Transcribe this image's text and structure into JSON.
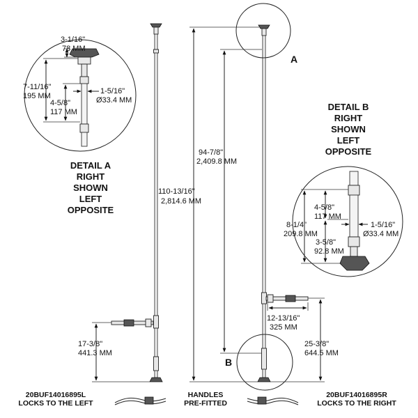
{
  "diagram": {
    "detail_a": {
      "title_lines": [
        "DETAIL A",
        "RIGHT",
        "SHOWN",
        "LEFT",
        "OPPOSITE"
      ],
      "dims": {
        "top_1": "3-1/16\"",
        "top_2": "78 MM",
        "total_1": "7-11/16\"",
        "total_2": "195 MM",
        "mid_1": "4-5/8\"",
        "mid_2": "117 MM",
        "dia_1": "1-5/16\"",
        "dia_2": "Ø33.4 MM"
      }
    },
    "detail_b": {
      "title_lines": [
        "DETAIL B",
        "RIGHT",
        "SHOWN",
        "LEFT",
        "OPPOSITE"
      ],
      "dims": {
        "top_1": "4-5/8\"",
        "top_2": "117 MM",
        "total_1": "8-1/4\"",
        "total_2": "209.8 MM",
        "bot_1": "3-5/8\"",
        "bot_2": "92.8 MM",
        "dia_1": "1-5/16\"",
        "dia_2": "Ø33.4 MM"
      }
    },
    "main": {
      "overall_1": "110-13/16\"",
      "overall_2": "2,814.6 MM",
      "inner_1": "94-7/8\"",
      "inner_2": "2,409.8 MM",
      "left_handle_1": "17-3/8\"",
      "left_handle_2": "441.3 MM",
      "right_handle_1": "25-3/8\"",
      "right_handle_2": "644.5 MM",
      "handle_len_1": "12-13/16\"",
      "handle_len_2": "325 MM",
      "label_a": "A",
      "label_b": "B"
    },
    "footer": {
      "left_part": "20BUF14016895L",
      "left_note": "LOCKS TO THE LEFT",
      "center_1": "HANDLES",
      "center_2": "PRE-FITTED",
      "right_part": "20BUF14016895R",
      "right_note": "LOCKS TO THE RIGHT"
    }
  }
}
